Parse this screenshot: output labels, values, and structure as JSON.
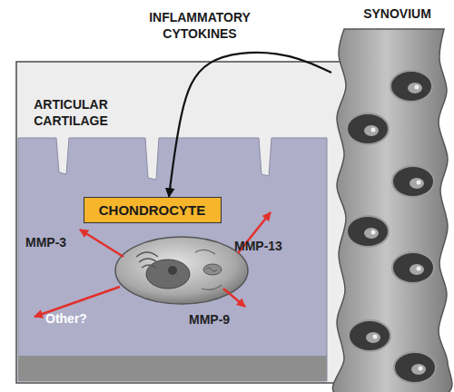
{
  "diagram": {
    "nodes": [
      {
        "text": [
          "ARTICULAR CARTILAGE"
        ]
      },
      {
        "text": [
          "CHONDROCYTE"
        ],
        "in": 0
      },
      {
        "text": [
          "SYNOVIUM"
        ]
      }
    ],
    "edges": [
      {
        "from": 2,
        "to": 1,
        "label": "INFLAMMATORY CYTOKINES",
        "arrow": "to"
      }
    ],
    "labels": [
      "MMP-3",
      "MMP-13",
      "MMP-9",
      "Other?"
    ]
  }
}
